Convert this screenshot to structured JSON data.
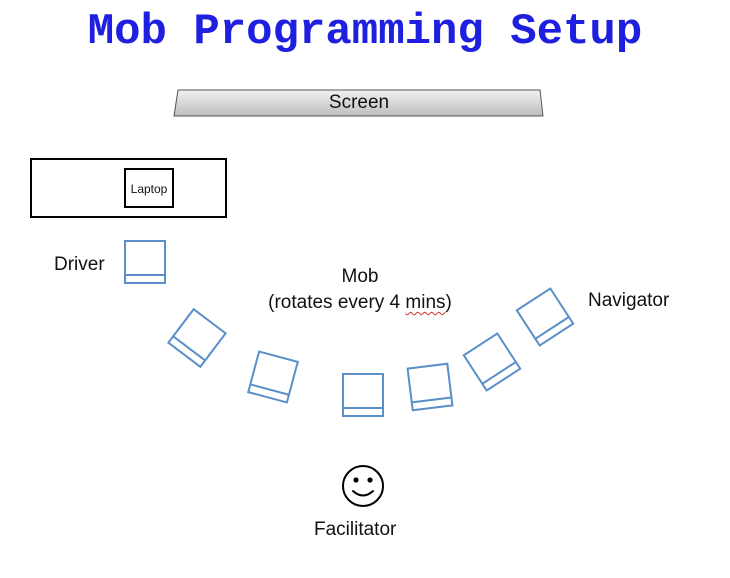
{
  "title": "Mob Programming Setup",
  "screen_label": "Screen",
  "laptop_label": "Laptop",
  "driver_label": "Driver",
  "navigator_label": "Navigator",
  "mob_label_line1": "Mob",
  "mob_label_line2_prefix": "(rotates every 4 ",
  "mob_label_line2_flagged": "mins",
  "mob_label_line2_suffix": ")",
  "facilitator_label": "Facilitator",
  "facilitator_icon": "smiley-face-icon",
  "chair_icon": "chair-icon",
  "colors": {
    "title": "#1f1fe0",
    "chair": "#5a8fc8",
    "screen_fill": "#d8d8d8",
    "spellcheck": "#d03030"
  }
}
